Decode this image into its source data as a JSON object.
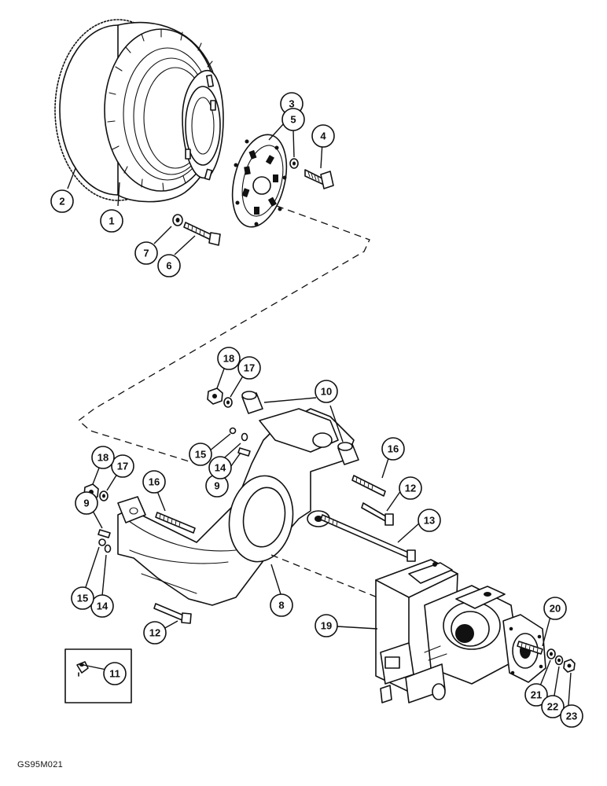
{
  "figure": {
    "reference_code": "GS95M021",
    "parts": [
      {
        "callout": "1",
        "depicts": "flywheel-housing"
      },
      {
        "callout": "2",
        "depicts": "flywheel-ring-gear"
      },
      {
        "callout": "3",
        "depicts": "coupling-disc"
      },
      {
        "callout": "4",
        "depicts": "bolt"
      },
      {
        "callout": "5",
        "depicts": "washer"
      },
      {
        "callout": "6",
        "depicts": "bolt"
      },
      {
        "callout": "7",
        "depicts": "washer"
      },
      {
        "callout": "8",
        "depicts": "pump-mount-bracket"
      },
      {
        "callout": "9",
        "depicts": "dowel-pin"
      },
      {
        "callout": "9",
        "depicts": "dowel-pin"
      },
      {
        "callout": "10",
        "depicts": "bushing"
      },
      {
        "callout": "11",
        "depicts": "fitting-inset"
      },
      {
        "callout": "12",
        "depicts": "bolt"
      },
      {
        "callout": "12",
        "depicts": "bolt"
      },
      {
        "callout": "13",
        "depicts": "long-bolt"
      },
      {
        "callout": "14",
        "depicts": "washer"
      },
      {
        "callout": "14",
        "depicts": "washer"
      },
      {
        "callout": "15",
        "depicts": "nut"
      },
      {
        "callout": "15",
        "depicts": "nut"
      },
      {
        "callout": "16",
        "depicts": "stud"
      },
      {
        "callout": "16",
        "depicts": "stud"
      },
      {
        "callout": "17",
        "depicts": "washer"
      },
      {
        "callout": "17",
        "depicts": "washer"
      },
      {
        "callout": "18",
        "depicts": "nut"
      },
      {
        "callout": "18",
        "depicts": "nut"
      },
      {
        "callout": "19",
        "depicts": "hydrostatic-pump"
      },
      {
        "callout": "20",
        "depicts": "stud"
      },
      {
        "callout": "21",
        "depicts": "washer"
      },
      {
        "callout": "22",
        "depicts": "lock-washer"
      },
      {
        "callout": "23",
        "depicts": "nut"
      }
    ]
  }
}
